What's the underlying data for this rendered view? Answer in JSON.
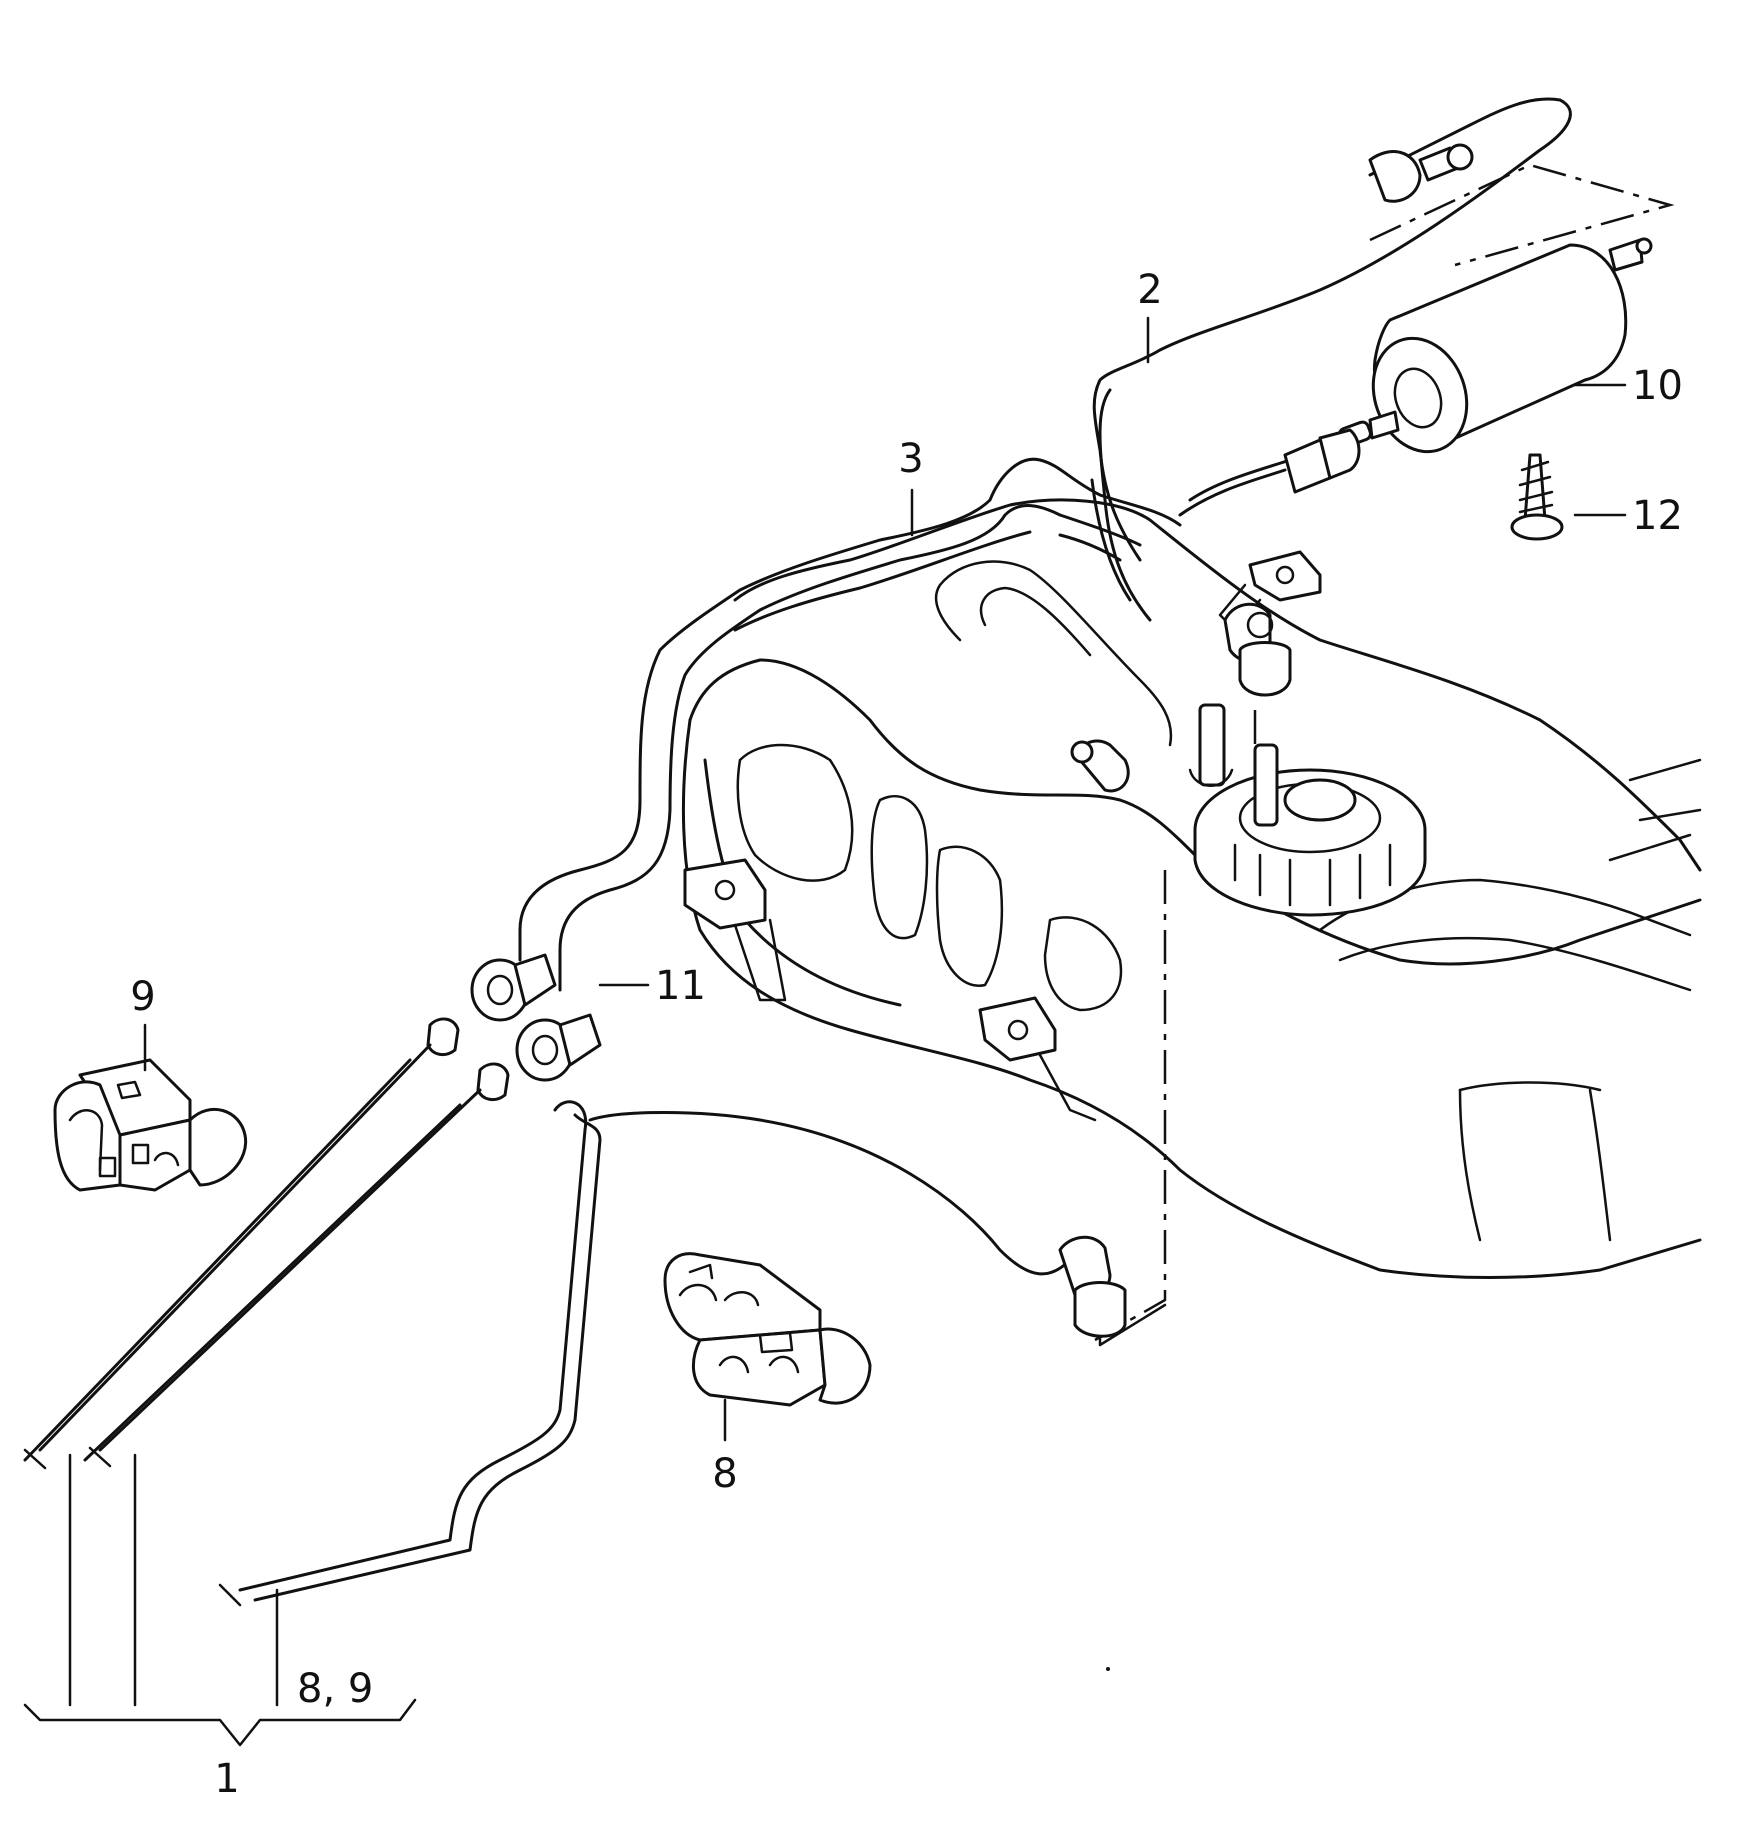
{
  "diagram": {
    "labels": {
      "p1": "1",
      "p2": "2",
      "p3": "3",
      "p8": "8",
      "p8_9": "8, 9",
      "p9": "9",
      "p10": "10",
      "p11": "11",
      "p12": "12"
    }
  }
}
